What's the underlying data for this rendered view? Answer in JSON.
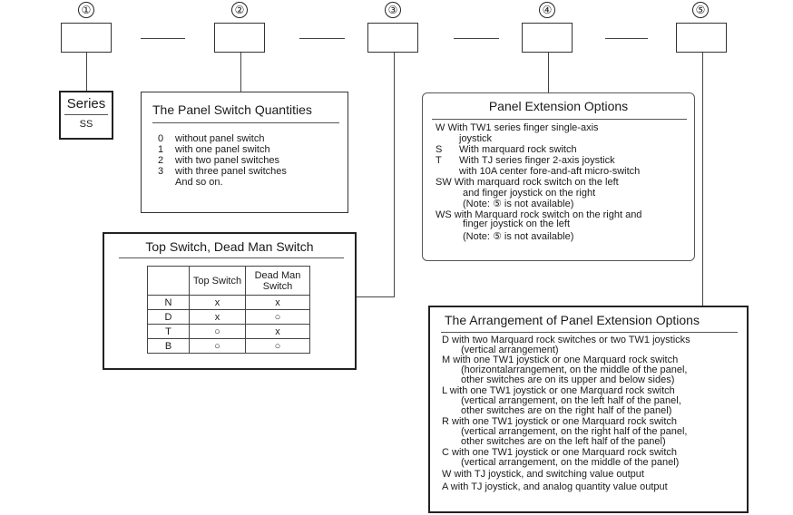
{
  "code_numbers": [
    "①",
    "②",
    "③",
    "④",
    "⑤"
  ],
  "series": {
    "title": "Series",
    "value": "SS"
  },
  "quantities": {
    "title": "The Panel Switch Quantities",
    "items": [
      {
        "code": "0",
        "text": "without panel switch"
      },
      {
        "code": "1",
        "text": "with one panel switch"
      },
      {
        "code": "2",
        "text": "with two panel switches"
      },
      {
        "code": "3",
        "text": "with three panel switches"
      },
      {
        "code": "",
        "text": "And so on."
      }
    ]
  },
  "top_switch": {
    "title": "Top Switch, Dead Man Switch",
    "headers": [
      "",
      "Top Switch",
      "Dead Man Switch"
    ],
    "rows": [
      [
        "N",
        "x",
        "x"
      ],
      [
        "D",
        "x",
        "○"
      ],
      [
        "T",
        "○",
        "x"
      ],
      [
        "B",
        "○",
        "○"
      ]
    ]
  },
  "extension": {
    "title": "Panel Extension Options",
    "lines": [
      "W With TW1 series finger single-axis",
      "joystick",
      "S",
      "With marquard rock switch",
      "T",
      "With TJ series finger 2-axis joystick",
      "with 10A center fore-and-aft micro-switch",
      "SW With marquard rock switch on the left",
      "and finger joystick on the right",
      "(Note: ⑤ is not available)",
      "WS with Marquard rock switch on the right and",
      "finger joystick on the left",
      "(Note: ⑤ is not available)"
    ]
  },
  "arrangement": {
    "title": "The Arrangement of Panel Extension Options",
    "lines": [
      "D with two Marquard rock switches or two TW1 joysticks",
      "(vertical arrangement)",
      "M with one TW1 joystick or one Marquard rock switch",
      "(horizontalarrangement, on the middle of the panel,",
      "other switches are on its upper and below sides)",
      "L with one TW1 joystick or one Marquard rock switch",
      "(vertical arrangement, on the left half of the panel,",
      "other switches are on the right half of the panel)",
      "R with one TW1 joystick or one Marquard rock switch",
      "(vertical arrangement, on the right half of the panel,",
      "other switches are on the left half of the panel)",
      "C with one TW1 joystick or one Marquard rock switch",
      "(vertical arrangement, on the middle of the panel)",
      "W with TJ joystick, and switching value output",
      "A with TJ joystick, and analog quantity value output"
    ]
  }
}
